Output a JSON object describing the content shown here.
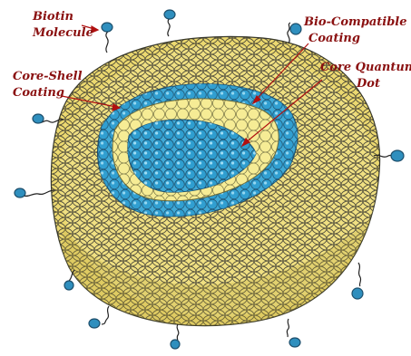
{
  "diagram": {
    "labels": {
      "biotin_line1": "Biotin",
      "biotin_line2": "Molecule",
      "biocompat_line1": "Bio-Compatible",
      "biocompat_line2": "Coating",
      "coreshell_line1": "Core-Shell",
      "coreshell_line2": "Coating",
      "coredot_line1": "Core Quantum",
      "coredot_line2": "Dot"
    },
    "colors": {
      "outer_coating": "#ecd970",
      "outer_coating_dark": "#b9a236",
      "shell_yellow": "#f6ec95",
      "core_blue": "#3fa9d6",
      "core_blue_light": "#8fd2ee",
      "biotin_blue": "#2f8fbe",
      "ink": "#222222",
      "label_red": "#8a1010"
    }
  }
}
